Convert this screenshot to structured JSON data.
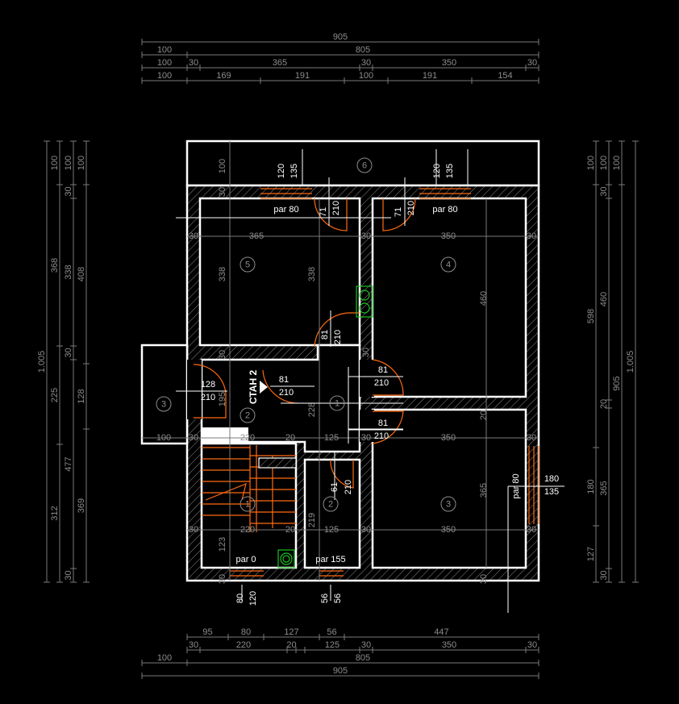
{
  "drawing": {
    "floor_label": "СТАН 2",
    "colors": {
      "background": "#000000",
      "walls": "#ffffff",
      "dimensions": "#8c8c8c",
      "doors_windows": "#ff6a10",
      "chimney": "#19c41f"
    },
    "dims": {
      "top": [
        [
          "905"
        ],
        [
          "100",
          "805"
        ],
        [
          "100",
          "30",
          "365",
          "30",
          "350",
          "30"
        ],
        [
          "100",
          "169",
          "191",
          "100",
          "191",
          "154"
        ]
      ],
      "bottom": [
        [
          "95",
          "80",
          "127",
          "56",
          "447"
        ],
        [
          "30",
          "220",
          "20",
          "125",
          "30",
          "350",
          "30"
        ],
        [
          "100",
          "805"
        ],
        [
          "905"
        ]
      ],
      "left": [
        [
          "1.005"
        ],
        [
          "100",
          "368",
          "225",
          "312"
        ],
        [
          "100",
          "30",
          "338",
          "30",
          "477",
          "30"
        ],
        [
          "100",
          "408",
          "128",
          "369"
        ]
      ],
      "right": [
        [
          "100",
          "598",
          "180",
          "127"
        ],
        [
          "100",
          "30",
          "460",
          "20",
          "365",
          "30"
        ],
        [
          "100",
          "905"
        ],
        [
          "1.005"
        ]
      ]
    },
    "interior_dims": [
      "100",
      "30",
      "365",
      "30",
      "350",
      "30",
      "30",
      "338",
      "338",
      "460",
      "30",
      "195",
      "228",
      "100",
      "30",
      "220",
      "20",
      "125",
      "30",
      "350",
      "30",
      "20",
      "30",
      "220",
      "20",
      "125",
      "30",
      "350",
      "30",
      "219",
      "123",
      "30",
      "30",
      "365",
      "30"
    ],
    "openings": [
      "120",
      "135",
      "120",
      "135",
      "par 80",
      "par 80",
      "71",
      "210",
      "71",
      "210",
      "81",
      "210",
      "81",
      "210",
      "81",
      "210",
      "81",
      "210",
      "128",
      "210",
      "61",
      "210",
      "par 0",
      "par 155",
      "180",
      "135",
      "par 80",
      "80",
      "120",
      "56",
      "56"
    ],
    "rooms": [
      "6",
      "5",
      "4",
      "1",
      "2",
      "3",
      "1",
      "2",
      "3"
    ]
  }
}
